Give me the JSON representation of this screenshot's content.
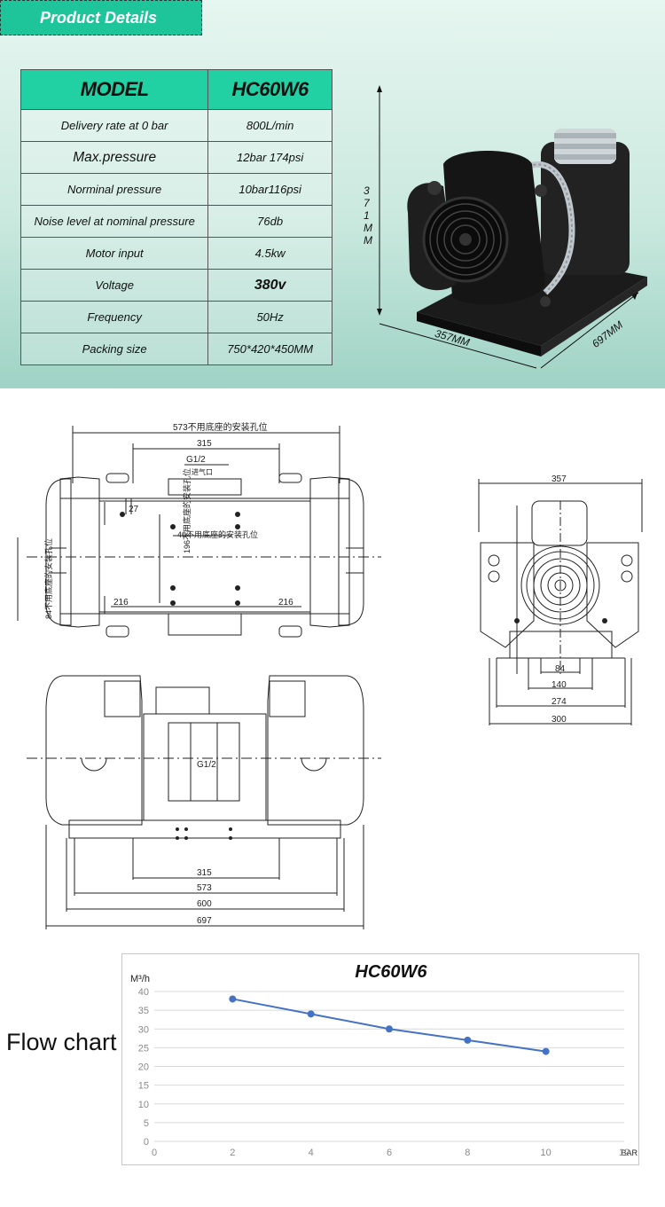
{
  "header": {
    "tag": "Product  Details"
  },
  "specs": {
    "model_label": "MODEL",
    "model_value": "HC60W6",
    "rows": [
      {
        "label": "Delivery rate at 0 bar",
        "value": "800L/min"
      },
      {
        "label": "Max.pressure",
        "value": "12bar  174psi"
      },
      {
        "label": "Norminal pressure",
        "value": "10bar116psi"
      },
      {
        "label": "Noise level at nominal pressure",
        "value": "76db"
      },
      {
        "label": "Motor input",
        "value": "4.5kw"
      },
      {
        "label": "Voltage",
        "value": "380v"
      },
      {
        "label": "Frequency",
        "value": "50Hz"
      },
      {
        "label": "Packing size",
        "value": "750*420*450MM"
      }
    ]
  },
  "product": {
    "height_dim": "371MM",
    "depth_dim": "357MM",
    "length_dim": "697MM"
  },
  "drawing": {
    "top_view": {
      "overall": "573不用底座的安装孔位",
      "inner": "315",
      "inlet": "G1/2",
      "inlet_note": "进气口",
      "small": "27",
      "mid": "40不用底座的安装孔位",
      "height": "196不用底座的安装孔位",
      "left": "216",
      "right": "216",
      "side": "84不用底座的安装孔位"
    },
    "side_view": {
      "width": "357",
      "d84": "84",
      "d140": "140",
      "d274": "274",
      "d300": "300"
    },
    "front_view": {
      "d315": "315",
      "d573": "573",
      "d600": "600",
      "d697": "697",
      "port": "G1/2"
    }
  },
  "flow_label": "Flow chart",
  "chart_data": {
    "type": "line",
    "title": "HC60W6",
    "xlabel": "BAR",
    "ylabel": "M³/h",
    "x": [
      2,
      4,
      6,
      8,
      10
    ],
    "series": [
      {
        "values": [
          38,
          34,
          30,
          27,
          24
        ]
      }
    ],
    "xlim": [
      0,
      12
    ],
    "ylim": [
      0,
      40
    ],
    "xticks": [
      "0",
      "2",
      "4",
      "6",
      "8",
      "10",
      "12"
    ],
    "yticks": [
      "0",
      "5",
      "10",
      "15",
      "20",
      "25",
      "30",
      "35",
      "40"
    ],
    "grid": true,
    "line_color": "#4472c4"
  }
}
